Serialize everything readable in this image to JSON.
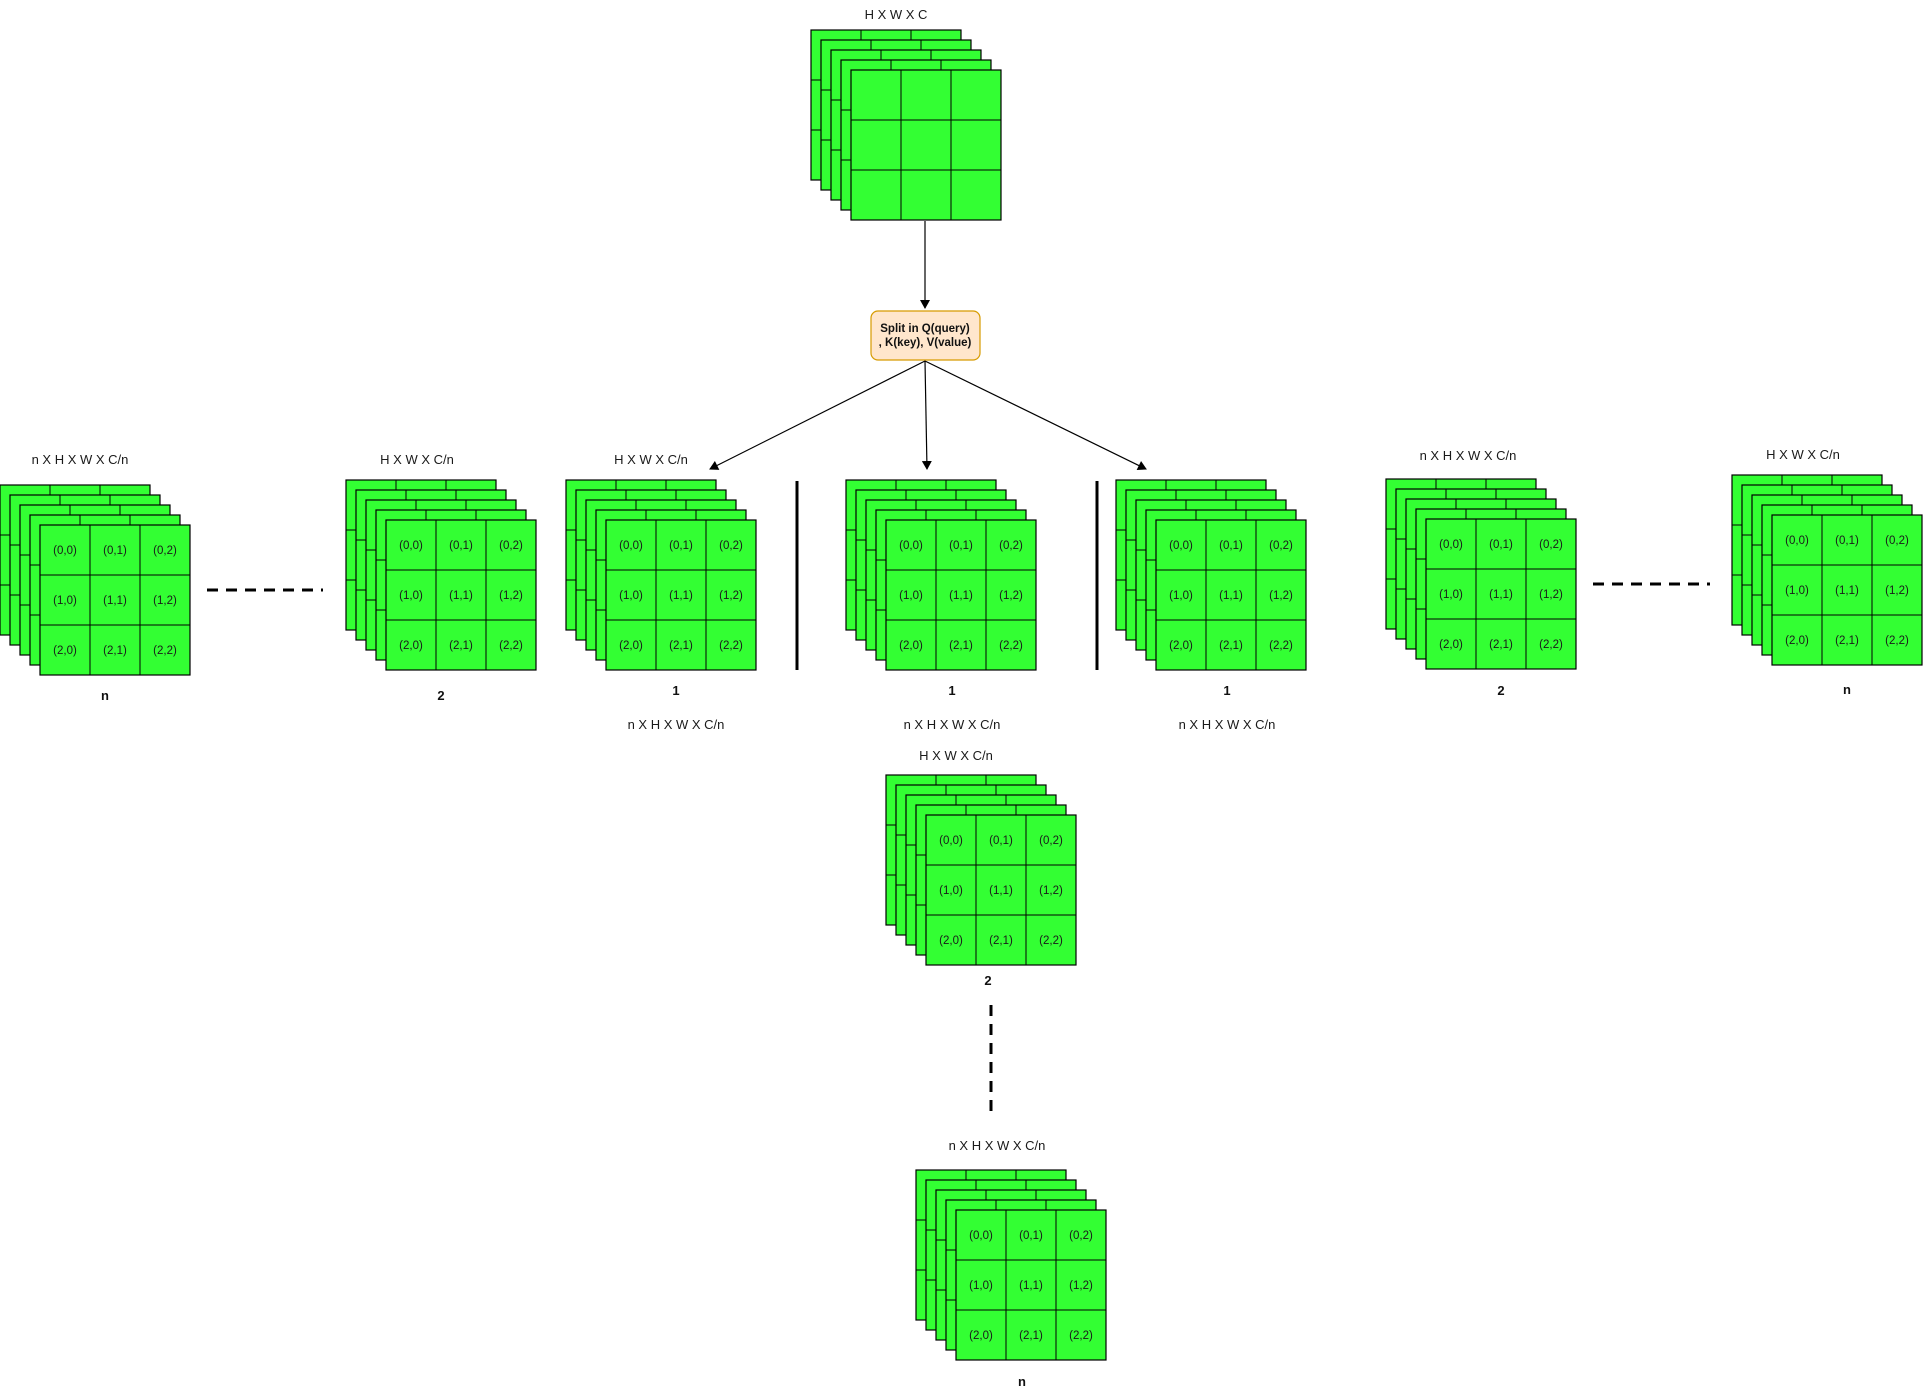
{
  "colors": {
    "grid_fill": "#33ff33",
    "grid_stroke": "#000000",
    "split_box_fill": "#ffe6cc",
    "split_box_stroke": "#d79b00"
  },
  "top_tensor": {
    "label": "H X W X  C"
  },
  "split_box": {
    "line1": "Split in Q(query)",
    "line2": ", K(key), V(value)"
  },
  "cell_labels": [
    [
      "(0,0)",
      "(0,1)",
      "(0,2)"
    ],
    [
      "(1,0)",
      "(1,1)",
      "(1,2)"
    ],
    [
      "(2,0)",
      "(2,1)",
      "(2,2)"
    ]
  ],
  "branches": {
    "left": {
      "outer_stack": {
        "label": "n X H X W X C/n",
        "index": "n"
      },
      "second_stack": {
        "label": "H X W X C/n",
        "index": "2"
      },
      "first_stack": {
        "label": "H X W X C/n",
        "index": "1"
      },
      "caption": "n X H X W X C/n"
    },
    "middle": {
      "first_stack": {
        "index": "1"
      },
      "caption": "n X H X W X C/n",
      "second_stack": {
        "label": "H X W X C/n",
        "index": "2"
      },
      "outer_stack": {
        "label": "n X H X W X C/n",
        "index": "n"
      }
    },
    "right": {
      "first_stack": {
        "index": "1"
      },
      "caption": "n X H X W X C/n",
      "second_stack": {
        "label": "n X H X W X C/n",
        "index": "2"
      },
      "outer_stack": {
        "label": "H X W X C/n",
        "index": "n"
      }
    }
  }
}
